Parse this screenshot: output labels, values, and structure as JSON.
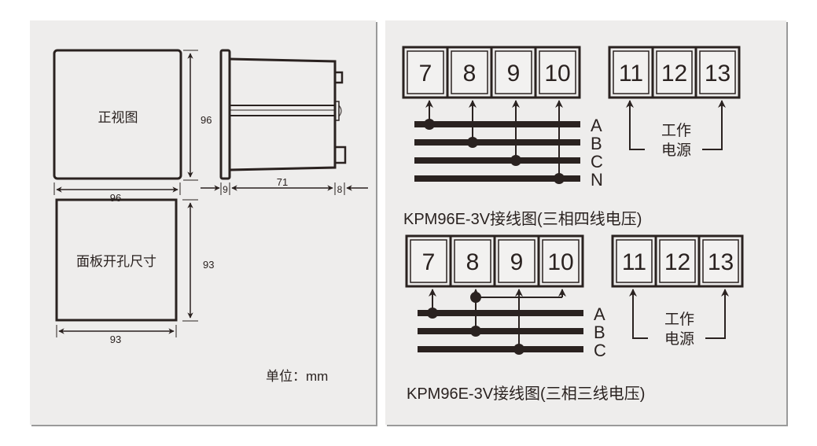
{
  "dimensions_panel": {
    "front_view_label": "正视图",
    "front_height": "96",
    "front_width": "96",
    "side_flange": "9",
    "side_depth": "71",
    "side_rear": "8",
    "cutout_label": "面板开孔尺寸",
    "cutout_height": "93",
    "cutout_width": "93",
    "unit_label": "单位：mm"
  },
  "wiring_four_wire": {
    "terminals_signal": [
      "7",
      "8",
      "9",
      "10"
    ],
    "terminals_power": [
      "11",
      "12",
      "13"
    ],
    "phases": [
      "A",
      "B",
      "C",
      "N"
    ],
    "power_label_line1": "工作",
    "power_label_line2": "电源",
    "caption": "KPM96E-3V接线图(三相四线电压)"
  },
  "wiring_three_wire": {
    "terminals_signal": [
      "7",
      "8",
      "9",
      "10"
    ],
    "terminals_power": [
      "11",
      "12",
      "13"
    ],
    "phases": [
      "A",
      "B",
      "C"
    ],
    "power_label_line1": "工作",
    "power_label_line2": "电源",
    "caption": "KPM96E-3V接线图(三相三线电压)"
  },
  "colors": {
    "panel": "#eeedec",
    "ink": "#2a2220",
    "shadow": "#9a9a9a"
  }
}
